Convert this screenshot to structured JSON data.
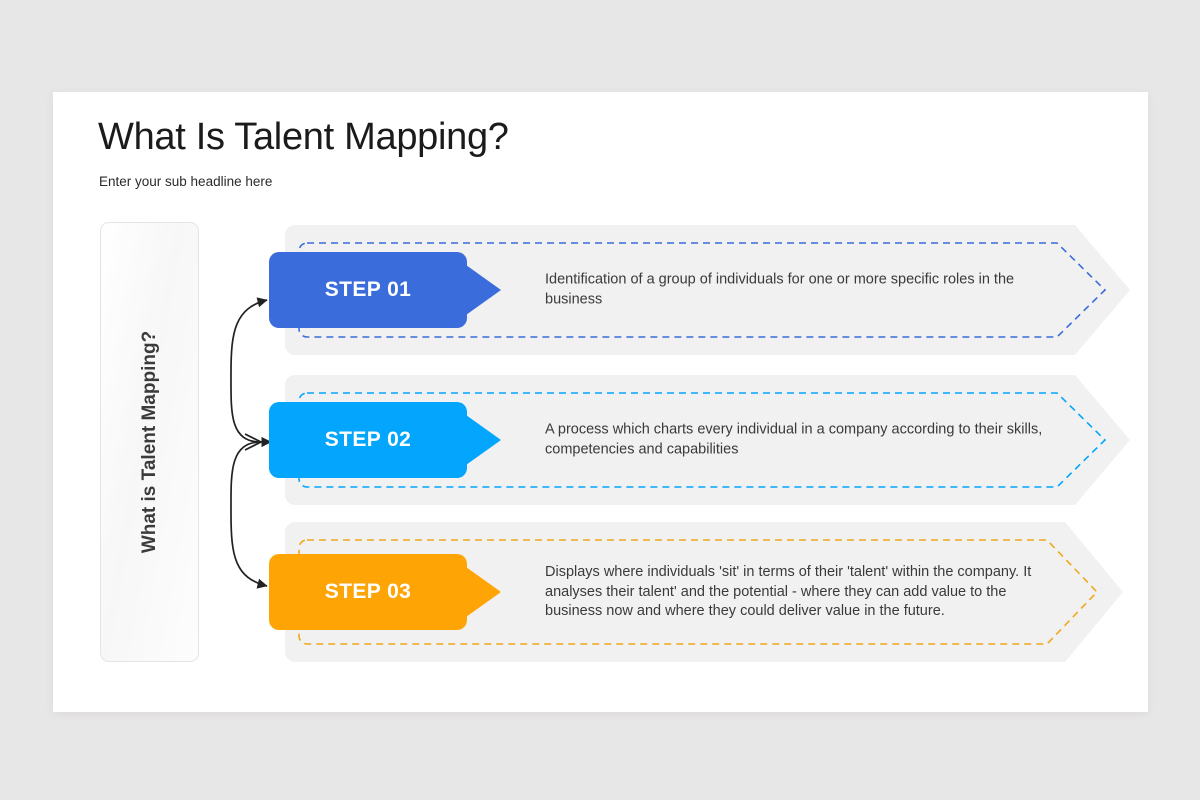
{
  "slide": {
    "title": "What Is Talent Mapping?",
    "subtitle": "Enter your sub headline here",
    "side_panel_label": "What is Talent Mapping?",
    "background_color": "#E8E7E7",
    "card_color": "#FFFFFF"
  },
  "steps": [
    {
      "label": "STEP 01",
      "color": "#3B6CDB",
      "dash_color": "#3B6CDB",
      "band_color": "#F1F1F1",
      "description": "Identification of a group of individuals for one or more specific roles in the business"
    },
    {
      "label": "STEP 02",
      "color": "#03A5FD",
      "dash_color": "#03A5FD",
      "band_color": "#F1F1F1",
      "description": "A process which charts every individual in a company according to their skills, competencies and capabilities"
    },
    {
      "label": "STEP 03",
      "color": "#FFA405",
      "dash_color": "#F0A81E",
      "band_color": "#F1F1F1",
      "description": "Displays where individuals 'sit' in terms of their 'talent' within the company. It analyses their talent' and the potential - where they can add value to the business now and where they could deliver value in the future."
    }
  ]
}
